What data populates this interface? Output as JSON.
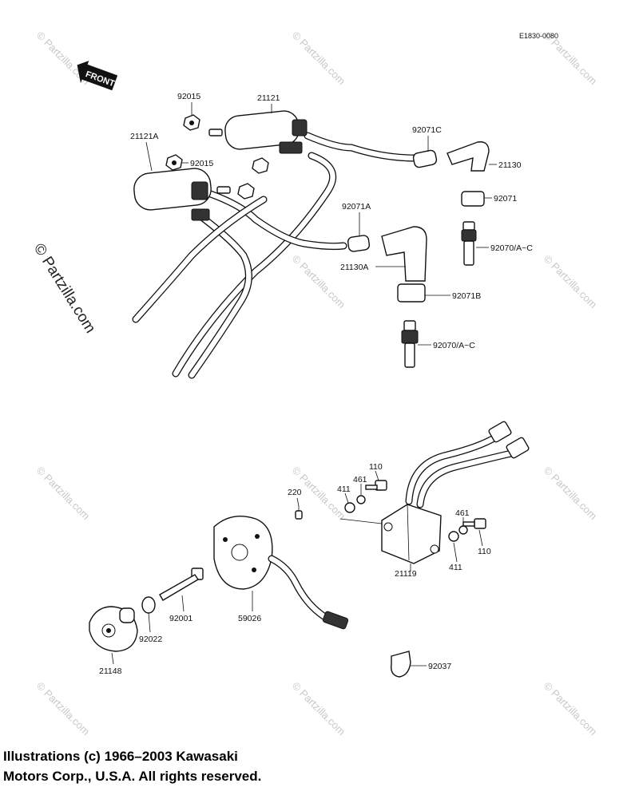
{
  "diagram_code": "E1830-0080",
  "front_marker": "FRONT",
  "watermark": {
    "short": "© Partzilla.com",
    "vertical": "© Partzilla.com"
  },
  "labels": {
    "p92015_top": "92015",
    "p21121": "21121",
    "p21121A": "21121A",
    "p92015_mid": "92015",
    "p92071C": "92071C",
    "p21130": "21130",
    "p92071": "92071",
    "p92071A": "92071A",
    "p92070_upper": "92070/A~C",
    "p21130A": "21130A",
    "p92071B": "92071B",
    "p92070_lower": "92070/A~C",
    "p110_left": "110",
    "p461_left": "461",
    "p411_left": "411",
    "p220": "220",
    "p461_right": "461",
    "p110_right": "110",
    "p411_right": "411",
    "p21119": "21119",
    "p92001": "92001",
    "p59026": "59026",
    "p92022": "92022",
    "p21148": "21148",
    "p92037": "92037"
  },
  "copyright": {
    "line1": "Illustrations (c) 1966–2003 Kawasaki",
    "line2": "Motors Corp., U.S.A.  All rights reserved."
  }
}
